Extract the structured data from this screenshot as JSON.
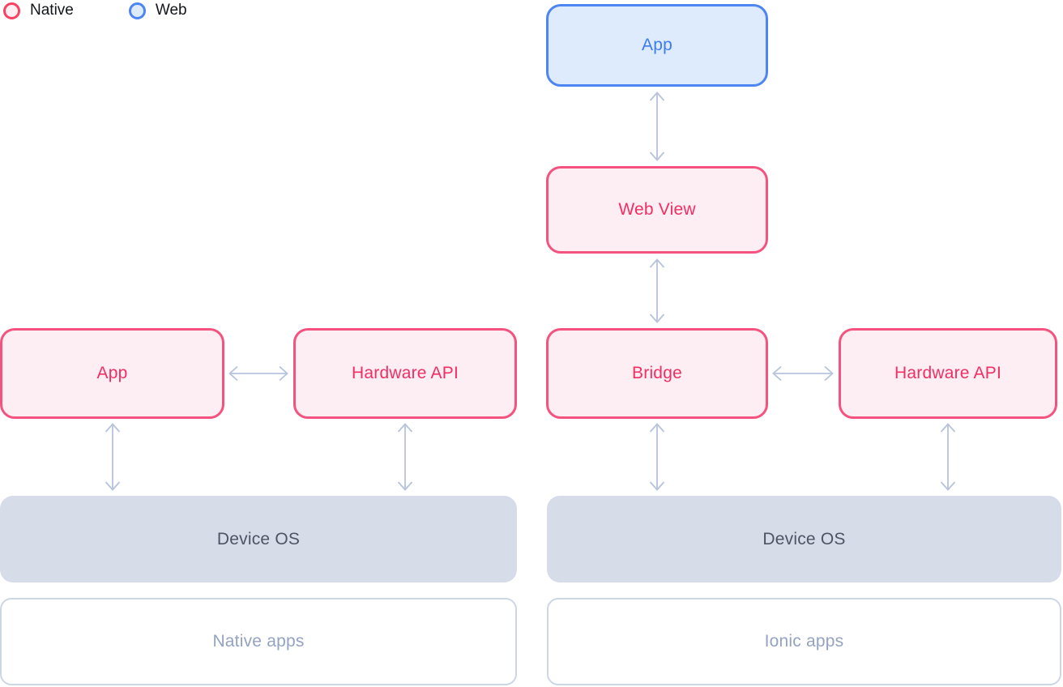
{
  "legend": {
    "items": [
      {
        "label": "Native",
        "type": "native"
      },
      {
        "label": "Web",
        "type": "web"
      }
    ]
  },
  "diagram": {
    "native_column": {
      "app": "App",
      "hardware_api": "Hardware API",
      "device_os": "Device OS",
      "caption": "Native apps"
    },
    "ionic_column": {
      "app": "App",
      "web_view": "Web View",
      "bridge": "Bridge",
      "hardware_api": "Hardware API",
      "device_os": "Device OS",
      "caption": "Ionic apps"
    }
  },
  "colors": {
    "native_accent": "#fb4062",
    "web_accent": "#4c86f3",
    "pink_border": "#f4537f",
    "pink_fill": "#fdeef3",
    "pink_text": "#f22e63",
    "blue_border": "#4c86f3",
    "blue_fill": "#ddebfc",
    "blue_text": "#3d7bf1",
    "gray_fill": "#d6dce8",
    "gray_text": "#4d5565",
    "outline_border": "#cdd6e5",
    "outline_text": "#94a3c1",
    "arrow": "#b7c3dc",
    "legend_text": "#121519"
  }
}
